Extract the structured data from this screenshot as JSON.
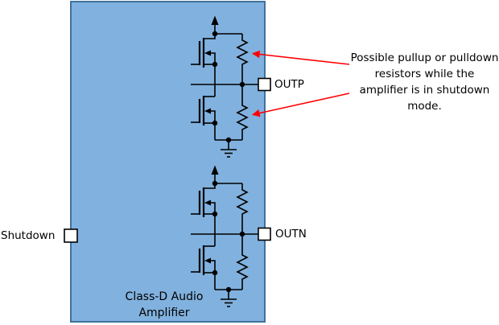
{
  "diagram": {
    "title_lines": [
      "Class-D Audio",
      "Amplifier"
    ],
    "ports": {
      "shutdown": "Shutdown",
      "outp": "OUTP",
      "outn": "OUTN"
    },
    "annotation_lines": [
      "Possible pullup or pulldown",
      "resistors while the",
      "amplifier is in shutdown",
      "mode."
    ]
  },
  "colors": {
    "box_fill": "#81B1DE",
    "box_stroke": "#41719C",
    "wire": "#000000",
    "port_fill": "#FFFFFF",
    "arrow_red": "#FF0000",
    "text": "#000000"
  }
}
